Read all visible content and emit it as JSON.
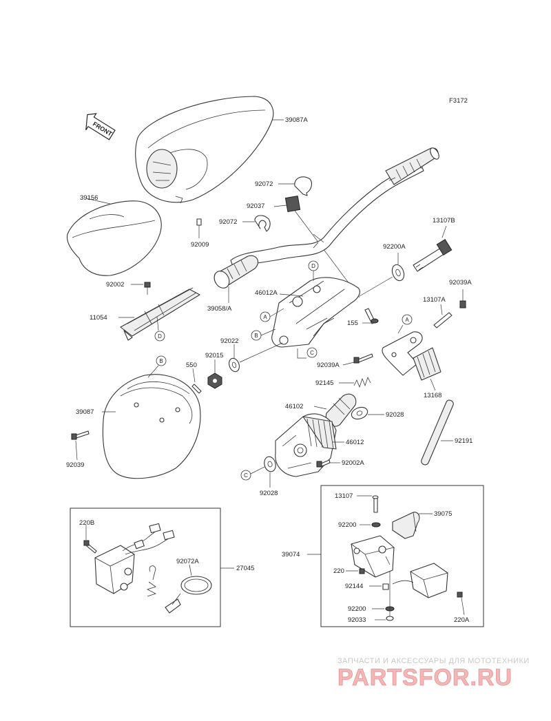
{
  "figure_code": "F3172",
  "front_label": "FRONT",
  "callouts": [
    {
      "id": "39087A"
    },
    {
      "id": "39156"
    },
    {
      "id": "92009"
    },
    {
      "id": "92072"
    },
    {
      "id": "92037"
    },
    {
      "id": "92072"
    },
    {
      "id": "13107B"
    },
    {
      "id": "92200A"
    },
    {
      "id": "92002"
    },
    {
      "id": "11054"
    },
    {
      "id": "39058/A"
    },
    {
      "id": "46012A"
    },
    {
      "id": "155"
    },
    {
      "id": "92039A"
    },
    {
      "id": "13107A"
    },
    {
      "id": "92022"
    },
    {
      "id": "92015"
    },
    {
      "id": "550"
    },
    {
      "id": "92039A"
    },
    {
      "id": "92145"
    },
    {
      "id": "13168"
    },
    {
      "id": "39087"
    },
    {
      "id": "46102"
    },
    {
      "id": "92028"
    },
    {
      "id": "92039"
    },
    {
      "id": "46012"
    },
    {
      "id": "92191"
    },
    {
      "id": "92002A"
    },
    {
      "id": "92028"
    },
    {
      "id": "220B"
    },
    {
      "id": "92072A"
    },
    {
      "id": "27045"
    },
    {
      "id": "13107"
    },
    {
      "id": "92200"
    },
    {
      "id": "39075"
    },
    {
      "id": "39074"
    },
    {
      "id": "220"
    },
    {
      "id": "92144"
    },
    {
      "id": "92200"
    },
    {
      "id": "92033"
    },
    {
      "id": "220A"
    }
  ],
  "reference_markers": [
    "D",
    "A",
    "B",
    "D",
    "C",
    "A",
    "B",
    "C"
  ],
  "watermark": {
    "subtitle": "ЗАПЧАСТИ И АКСЕССУАРЫ ДЛЯ МОТОТЕХНИКИ",
    "brand": "PARTSFOR.RU"
  }
}
